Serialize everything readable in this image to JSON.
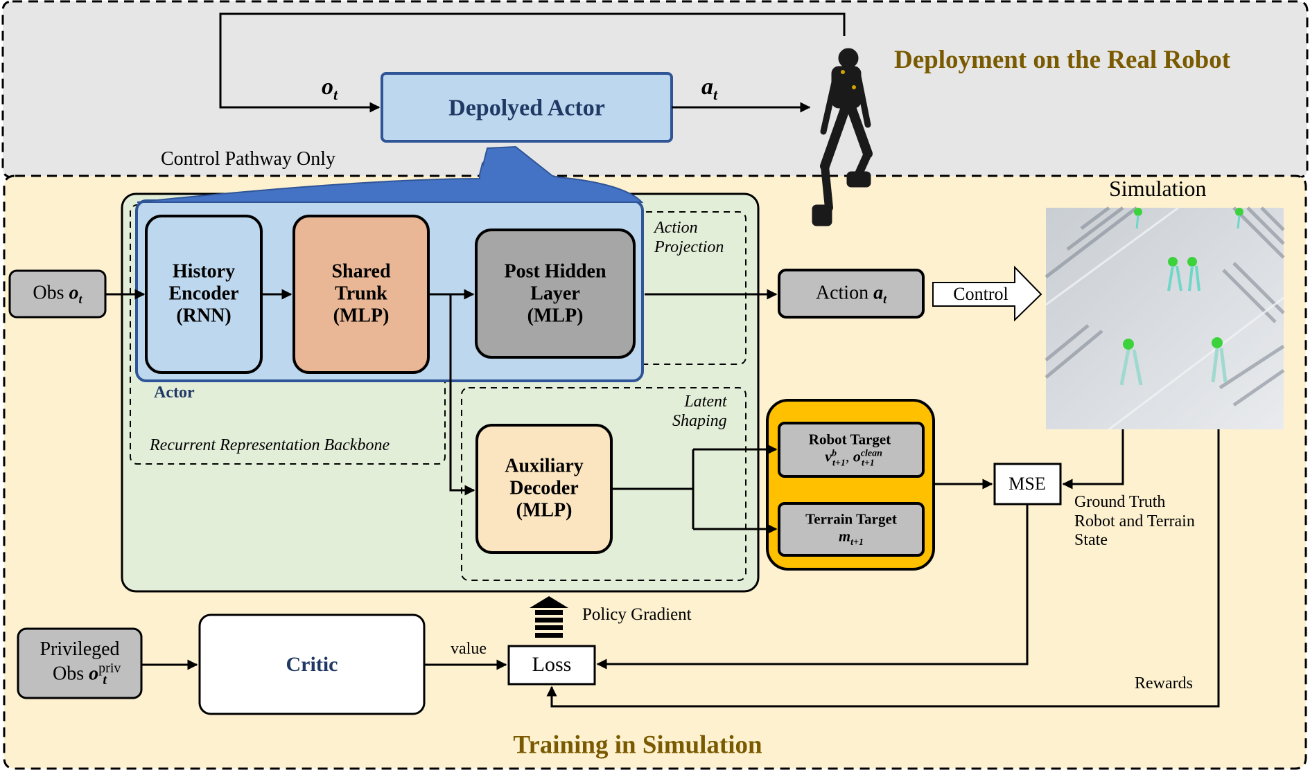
{
  "deployment": {
    "title": "Deployment on the Real Robot",
    "control_note": "Control Pathway Only",
    "actor_label": "Depolyed Actor",
    "obs_symbol": "o",
    "obs_sub": "t",
    "act_symbol": "a",
    "act_sub": "t"
  },
  "training": {
    "title": "Training in Simulation",
    "simulation_label": "Simulation",
    "obs": {
      "prefix": "Obs",
      "symbol": "o",
      "sub": "t"
    },
    "action": {
      "prefix": "Action",
      "symbol": "a",
      "sub": "t"
    },
    "control_arrow": "Control",
    "history_encoder": {
      "line1": "History",
      "line2": "Encoder",
      "line3": "(RNN)"
    },
    "shared_trunk": {
      "line1": "Shared",
      "line2": "Trunk",
      "line3": "(MLP)"
    },
    "post_hidden": {
      "line1": "Post Hidden",
      "line2": "Layer",
      "line3": "(MLP)"
    },
    "action_projection": {
      "line1": "Action",
      "line2": "Projection"
    },
    "actor_tag": "Actor",
    "backbone_label": "Recurrent Representation Backbone",
    "latent_shaping": {
      "line1": "Latent",
      "line2": "Shaping"
    },
    "aux_decoder": {
      "line1": "Auxiliary",
      "line2": "Decoder",
      "line3": "(MLP)"
    },
    "robot_target": {
      "title": "Robot Target",
      "v": "v",
      "v_sup": "b",
      "v_sub": "t+1",
      "sep": ",",
      "o": "o",
      "o_sup": "clean",
      "o_sub": "t+1"
    },
    "terrain_target": {
      "title": "Terrain Target",
      "m": "m",
      "m_sub": "t+1"
    },
    "mse": "MSE",
    "ground_truth": {
      "line1": "Ground Truth",
      "line2": "Robot and Terrain",
      "line3": "State"
    },
    "policy_gradient": "Policy Gradient",
    "loss": "Loss",
    "value": "value",
    "rewards": "Rewards",
    "critic": "Critic",
    "privileged": {
      "line1": "Privileged",
      "prefix": "Obs",
      "symbol": "o",
      "sup": "priv",
      "sub": "t"
    }
  },
  "colors": {
    "deploy_bg": "#e6e6e6",
    "train_bg": "#fdf1d0",
    "backbone_bg": "#e3eed9",
    "actor_blue": "#bdd7ee",
    "actor_border": "#2f5597",
    "arrow_blue": "#4472c4",
    "trunk": "#eab796",
    "post_hidden": "#a6a6a6",
    "decoder": "#fbe5c0",
    "target_orange": "#ffc000",
    "gray_box": "#bfbfbf",
    "navy": "#1f3864",
    "gold": "#7a5a00"
  }
}
